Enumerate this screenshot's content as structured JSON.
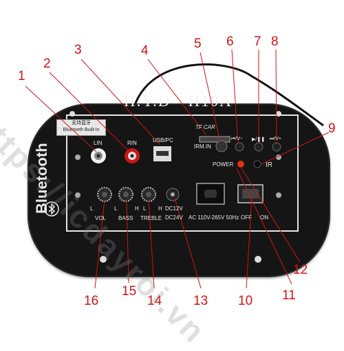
{
  "title": "H.Y.D - H10A",
  "bluetooth_label": "Bluetooth",
  "sticker": {
    "line1": "支持蓝牙",
    "line2": "Bluetooth Built-in"
  },
  "watermark": "https://icdayroi.vn",
  "labels": {
    "lin": "LIN",
    "rin": "RIN",
    "usb": "USB/PC",
    "tf": "TF CAR",
    "irm": "IRM.IN",
    "power": "POWER",
    "ir": "IR",
    "vol": "VOL",
    "bass": "BASS",
    "treble": "TREBLE",
    "l": "L",
    "h": "H",
    "dc12": "DC12V",
    "dc24": "DC24V",
    "ac": "AC 110V-265V 50Hz",
    "off": "OFF",
    "on": "ON",
    "prev": "⏮/V−",
    "play": "▶/❚❚",
    "next": "⏭/V+"
  },
  "callouts": [
    "1",
    "2",
    "3",
    "4",
    "5",
    "6",
    "7",
    "8",
    "9",
    "10",
    "11",
    "12",
    "13",
    "14",
    "15",
    "16"
  ],
  "colors": {
    "accent": "#d01414",
    "panel": "#151515",
    "text": "#eaeaea"
  }
}
